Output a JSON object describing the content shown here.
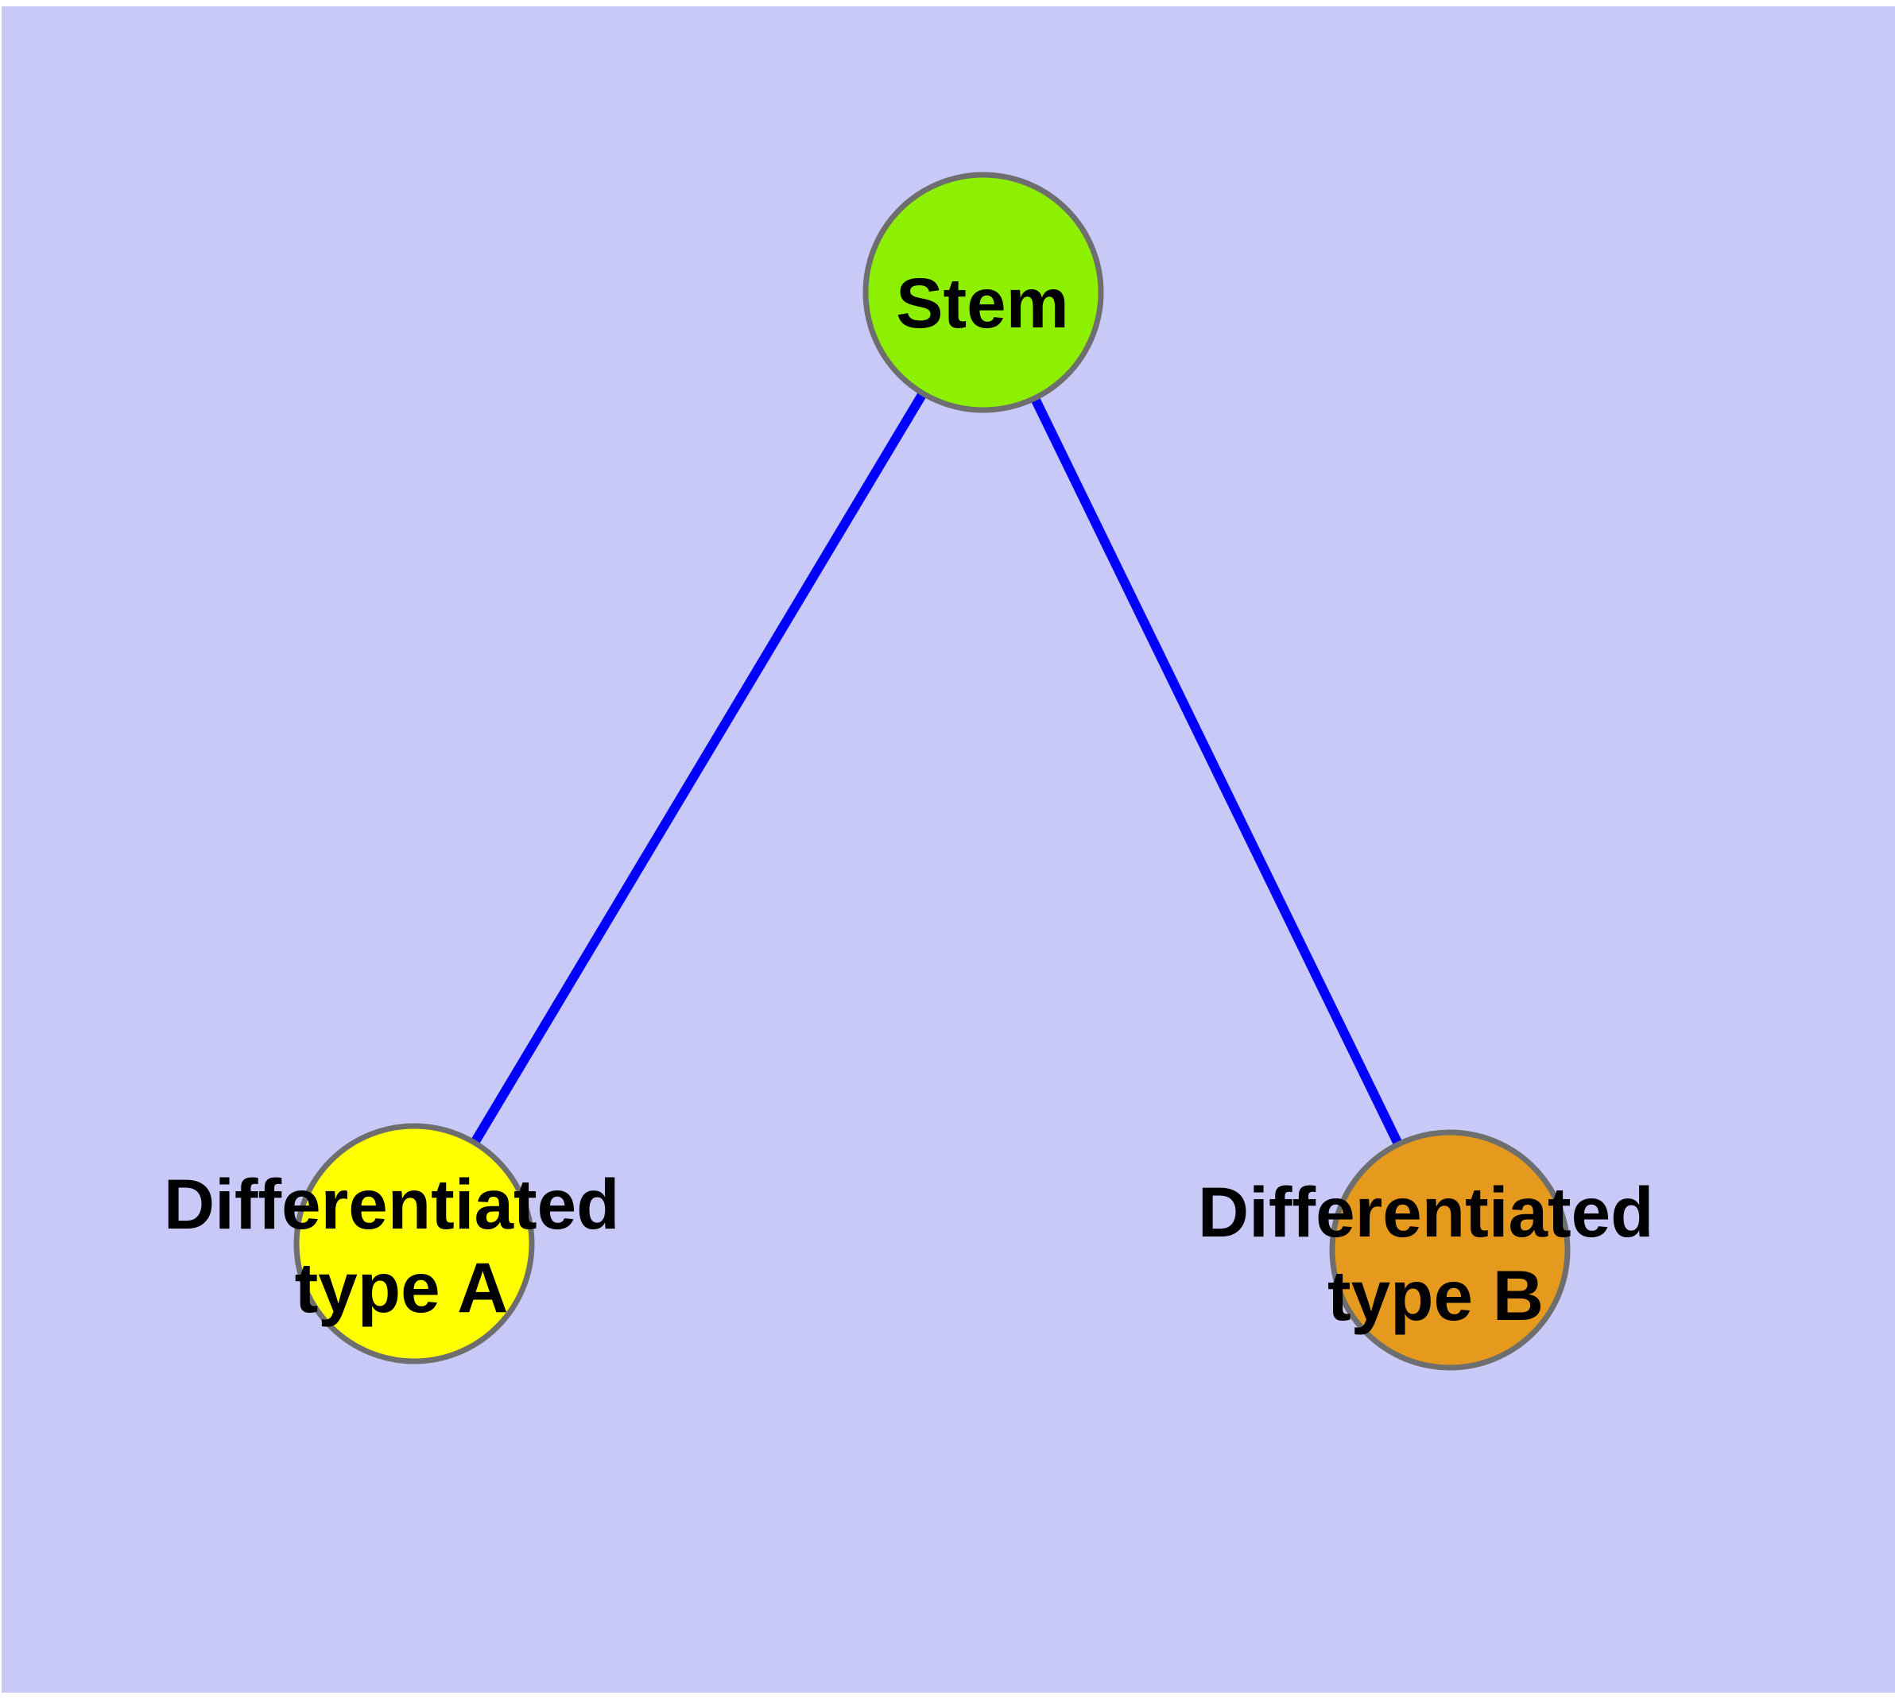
{
  "canvas": {
    "page_background": "#ffffff",
    "background": "#c9c9f8"
  },
  "edges": {
    "color": "#0000ff",
    "items": [
      {
        "from": "Stem",
        "to": "Differentiated type A"
      },
      {
        "from": "Stem",
        "to": "Differentiated type B"
      }
    ]
  },
  "nodes": {
    "text_color": "#000000",
    "border_color": "#6e6e6e",
    "stem": {
      "label": "Stem",
      "fill": "#8df000"
    },
    "type_a": {
      "label_line1": "Differentiated",
      "label_line2": "type A",
      "fill": "#ffff00"
    },
    "type_b": {
      "label_line1": "Differentiated",
      "label_line2": "type B",
      "fill": "#e69a1d"
    }
  }
}
